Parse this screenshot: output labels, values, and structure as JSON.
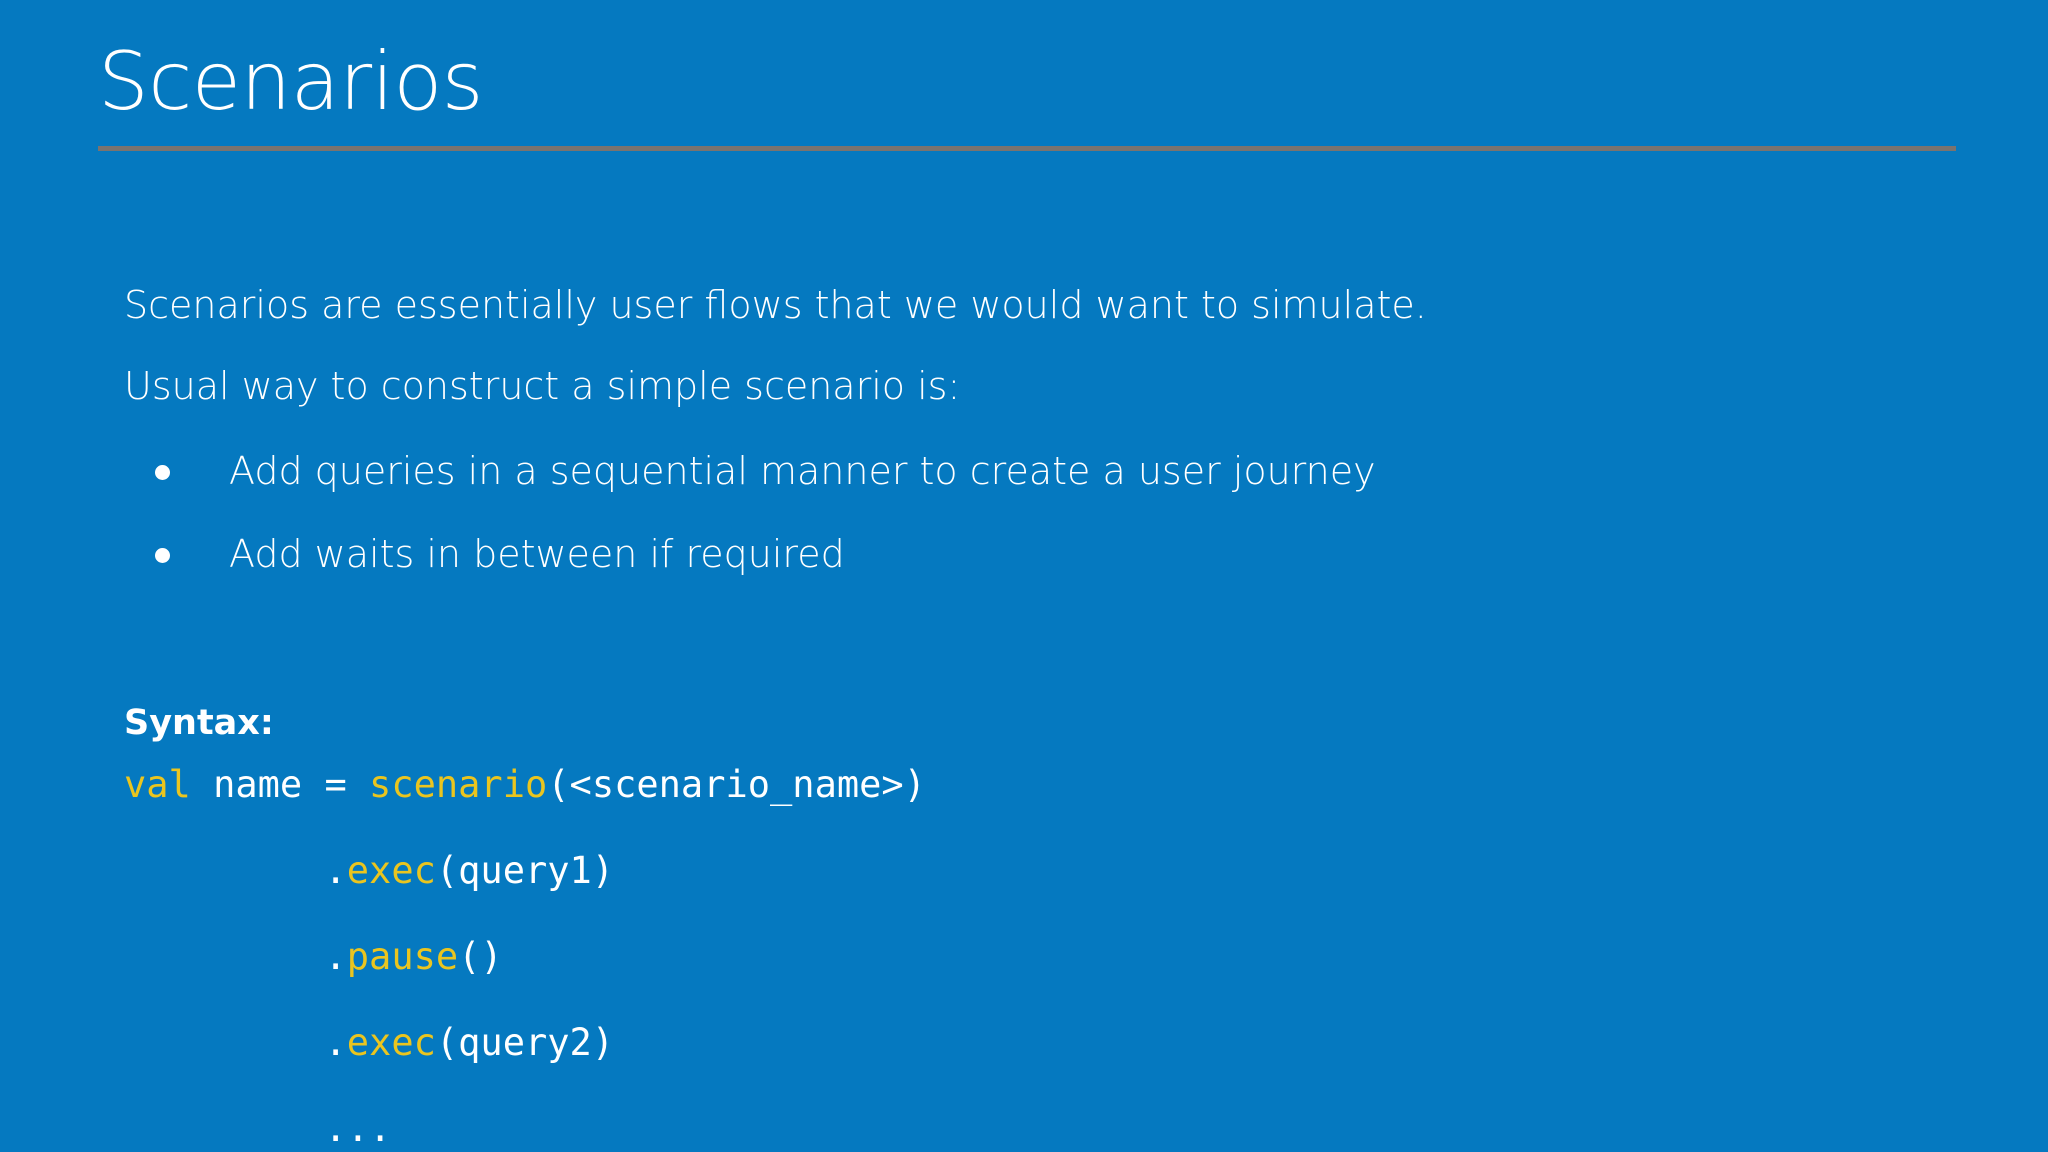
{
  "slide": {
    "background_color": "#0579c0",
    "title": "Scenarios",
    "rule_color": "#7b736e"
  },
  "body": {
    "paragraphs": [
      "Scenarios are essentially user flows that we would want to simulate.",
      "Usual way to construct a simple scenario is:"
    ],
    "bullets": [
      "Add queries in a sequential manner to create a user journey",
      "Add waits in between if required"
    ],
    "bullet_marker": "bullet-dot"
  },
  "syntax": {
    "label": "Syntax:",
    "text_color": "#ffffff",
    "keyword_color": "#eac51f",
    "code_lines": [
      {
        "indent": "",
        "tokens": [
          {
            "text": "val",
            "type": "keyword"
          },
          {
            "text": " name = ",
            "type": "plain"
          },
          {
            "text": "scenario",
            "type": "function"
          },
          {
            "text": "(<scenario_name>)",
            "type": "plain"
          }
        ]
      },
      {
        "indent": "         ",
        "tokens": [
          {
            "text": ".",
            "type": "plain"
          },
          {
            "text": "exec",
            "type": "function"
          },
          {
            "text": "(query1)",
            "type": "plain"
          }
        ]
      },
      {
        "indent": "         ",
        "tokens": [
          {
            "text": ".",
            "type": "plain"
          },
          {
            "text": "pause",
            "type": "function"
          },
          {
            "text": "()",
            "type": "plain"
          }
        ]
      },
      {
        "indent": "         ",
        "tokens": [
          {
            "text": ".",
            "type": "plain"
          },
          {
            "text": "exec",
            "type": "function"
          },
          {
            "text": "(query2)",
            "type": "plain"
          }
        ]
      },
      {
        "indent": "         ",
        "tokens": [
          {
            "text": "...",
            "type": "plain"
          }
        ]
      }
    ]
  }
}
